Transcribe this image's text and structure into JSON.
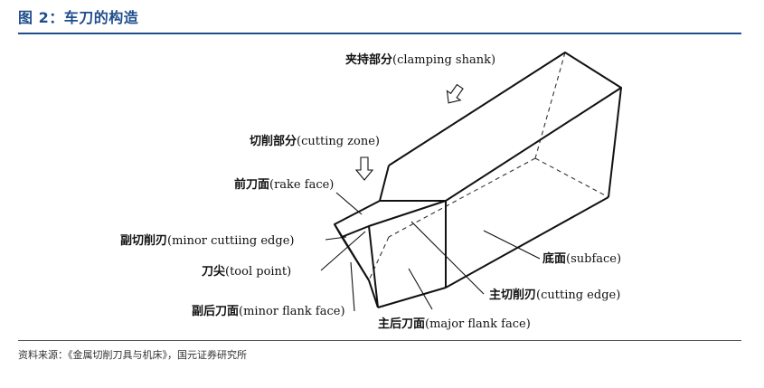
{
  "header": {
    "title": "图 2：车刀的构造"
  },
  "labels": {
    "clamping_zh": "夹持部分",
    "clamping_en": "(clamping shank)",
    "cutting_zh": "切削部分",
    "cutting_en": "(cutting zone)",
    "rake_zh": "前刀面",
    "rake_en": "(rake face)",
    "minor_edge_zh": "副切削刃",
    "minor_edge_en": "(minor cuttiing edge)",
    "tool_point_zh": "刀尖",
    "tool_point_en": "(tool point)",
    "minor_flank_zh": "副后刀面",
    "minor_flank_en": "(minor flank face)",
    "subface_zh": "底面",
    "subface_en": "(subface)",
    "cutting_edge_zh": "主切削刃",
    "cutting_edge_en": "(cutting edge)",
    "major_flank_zh": "主后刀面",
    "major_flank_en": "(major flank face)"
  },
  "footer": {
    "source": "资料来源：《金属切削刀具与机床》，国元证券研究所"
  }
}
